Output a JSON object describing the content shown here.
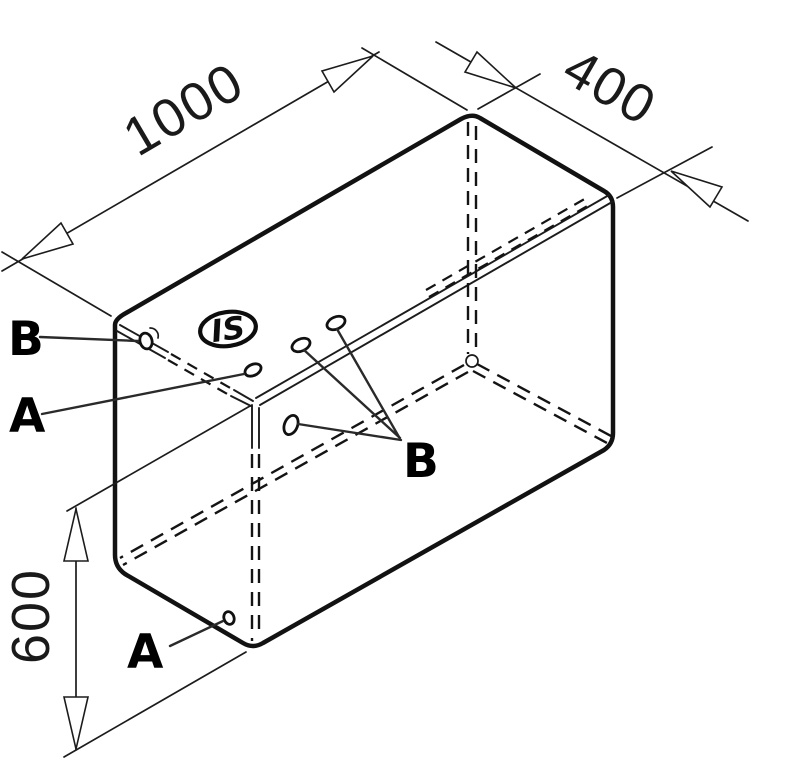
{
  "drawing": {
    "type": "isometric-technical-drawing",
    "object": "rectangular-tank",
    "dimensions": {
      "length": {
        "label": "1000"
      },
      "width": {
        "label": "400"
      },
      "height": {
        "label": "600"
      }
    },
    "callouts": {
      "b_left": "B",
      "a_top": "A",
      "b_middle": "B",
      "a_bottom": "A"
    },
    "logo": {
      "text": "IS"
    },
    "colors": {
      "line": "#121212",
      "background": "#ffffff"
    }
  }
}
